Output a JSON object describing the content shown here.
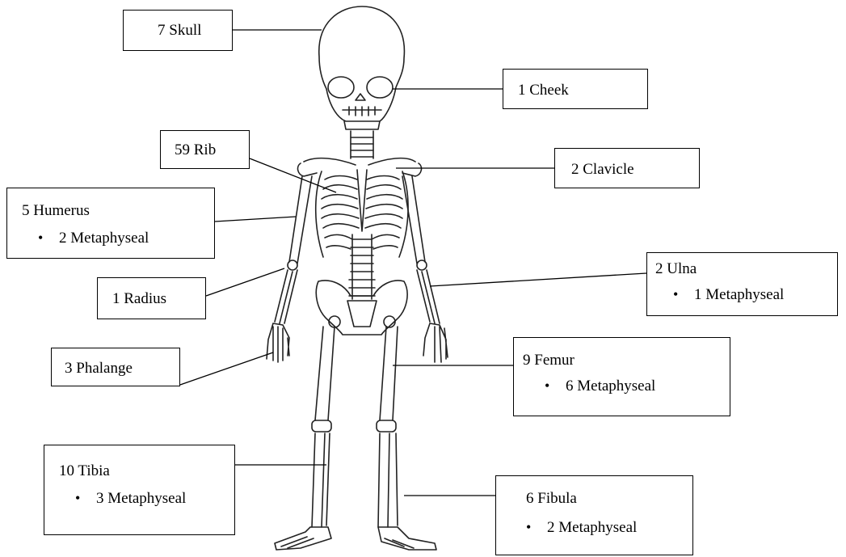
{
  "labels": {
    "skull": {
      "title": "7 Skull"
    },
    "cheek": {
      "title": "1 Cheek"
    },
    "rib": {
      "title": "59 Rib"
    },
    "clavicle": {
      "title": "2 Clavicle"
    },
    "humerus": {
      "title": "5 Humerus",
      "detail": "2 Metaphyseal"
    },
    "ulna": {
      "title": "2 Ulna",
      "detail": "1 Metaphyseal"
    },
    "radius": {
      "title": "1 Radius"
    },
    "phalange": {
      "title": "3 Phalange"
    },
    "femur": {
      "title": "9 Femur",
      "detail": "6 Metaphyseal"
    },
    "tibia": {
      "title": "10 Tibia",
      "detail": "3 Metaphyseal"
    },
    "fibula": {
      "title": "6 Fibula",
      "detail": "2 Metaphyseal"
    }
  }
}
